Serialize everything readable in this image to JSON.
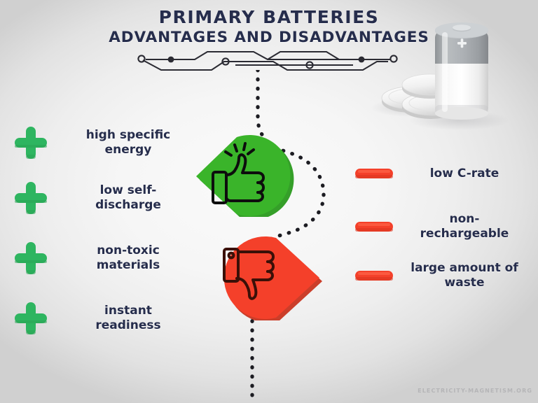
{
  "header": {
    "title_main": "PRIMARY BATTERIES",
    "title_sub": "ADVANTAGES AND DISADVANTAGES"
  },
  "colors": {
    "title_navy": "#262d4c",
    "advantage_green": "#2eb560",
    "pin_green": "#3ab42a",
    "pin_green_shadow": "#2a9a1e",
    "disadvantage_red": "#f4402a",
    "pin_red_shadow": "#c8341f",
    "background_center": "#fafafa",
    "background_edge": "#d0d0d0"
  },
  "advantages": {
    "marker_icon": "plus-icon",
    "items": [
      {
        "label": "high specific\nenergy",
        "line1": "high specific",
        "line2": "energy"
      },
      {
        "label": "low self-\ndischarge",
        "line1": "low self-",
        "line2": "discharge"
      },
      {
        "label": "non-toxic\nmaterials",
        "line1": "non-toxic",
        "line2": "materials"
      },
      {
        "label": "instant\nreadiness",
        "line1": "instant",
        "line2": "readiness"
      }
    ]
  },
  "disadvantages": {
    "marker_icon": "minus-dash-icon",
    "items": [
      {
        "label": "low C-rate",
        "line1": "low C-rate",
        "line2": ""
      },
      {
        "label": "non-\nrechargeable",
        "line1": "non-",
        "line2": "rechargeable"
      },
      {
        "label": "large amount of\nwaste",
        "line1": "large amount of",
        "line2": "waste"
      }
    ]
  },
  "center": {
    "positive_icon": "thumbs-up-icon",
    "negative_icon": "thumbs-down-icon",
    "connector": "dotted-s-curve"
  },
  "artwork": {
    "battery_icon": "aa-battery-icon",
    "battery_polarity_label": "+",
    "coin_cells_icon": "coin-cell-batteries-icon",
    "circuit_icon": "circuit-trace-divider-icon"
  },
  "watermark": {
    "text": "ELECTRICITY-MAGNETISM.ORG"
  }
}
